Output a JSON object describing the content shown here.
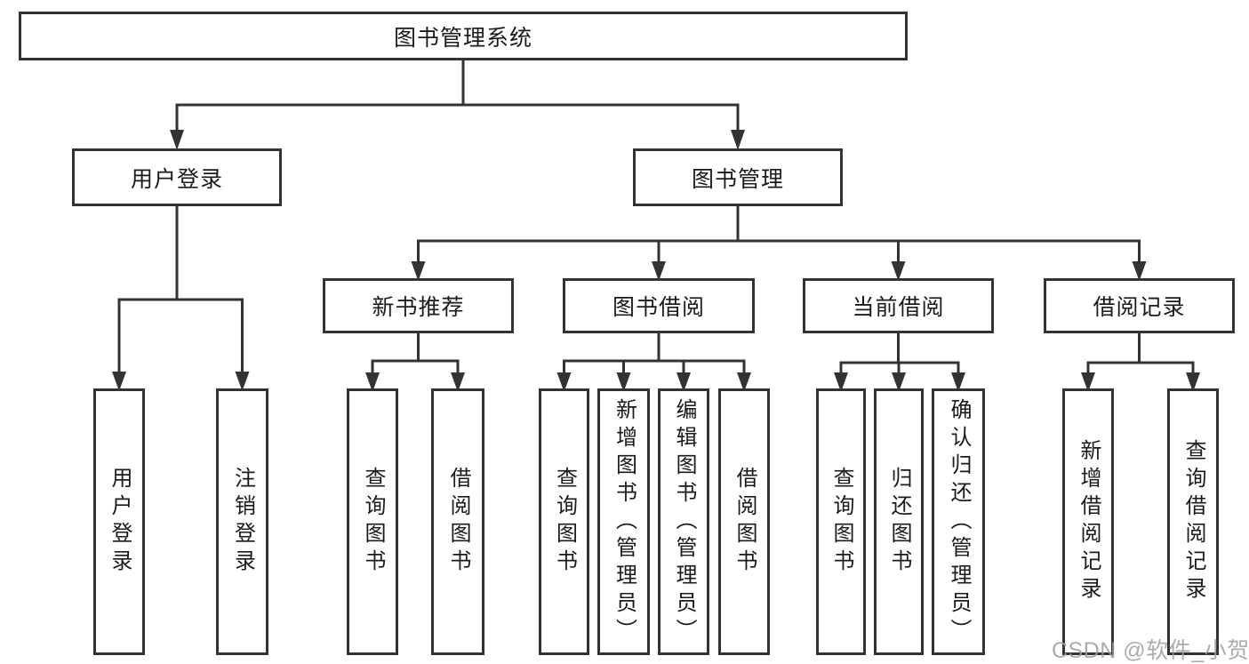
{
  "tree": {
    "root": {
      "label": "图书管理系统"
    },
    "level1": [
      {
        "label": "用户登录"
      },
      {
        "label": "图书管理"
      }
    ],
    "level2": [
      {
        "label": "新书推荐"
      },
      {
        "label": "图书借阅"
      },
      {
        "label": "当前借阅"
      },
      {
        "label": "借阅记录"
      }
    ],
    "leaves": {
      "user_login": [
        {
          "label": "用户登录"
        },
        {
          "label": "注销登录"
        }
      ],
      "new_books": [
        {
          "label": "查询图书"
        },
        {
          "label": "借阅图书"
        }
      ],
      "book_borrow": [
        {
          "label": "查询图书"
        },
        {
          "label": "新增图书（管理员）"
        },
        {
          "label": "编辑图书（管理员）"
        },
        {
          "label": "借阅图书"
        }
      ],
      "current_borrow": [
        {
          "label": "查询图书"
        },
        {
          "label": "归还图书"
        },
        {
          "label": "确认归还（管理员）"
        }
      ],
      "borrow_records": [
        {
          "label": "新增借阅记录"
        },
        {
          "label": "查询借阅记录"
        }
      ]
    }
  },
  "watermark": {
    "text": "CSDN @软件_小贺同学"
  },
  "colors": {
    "line": "#333333",
    "box_border": "#333333",
    "text": "#1b1b1b",
    "background": "#ffffff",
    "watermark": "#9e9e9e"
  }
}
